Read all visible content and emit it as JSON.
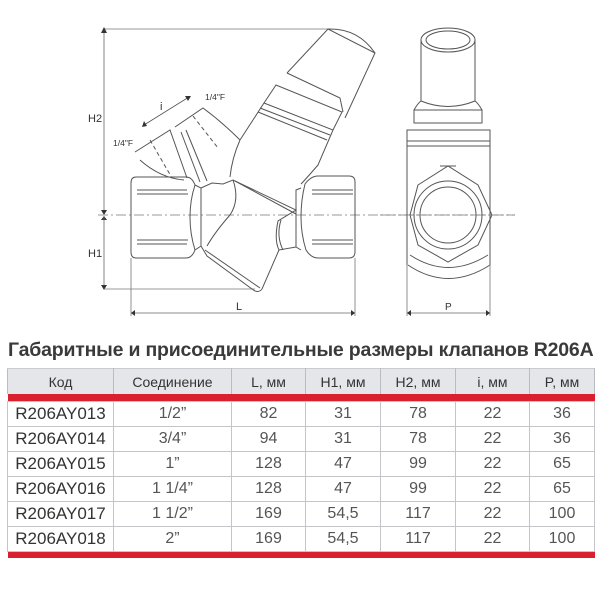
{
  "drawing": {
    "side_view": {
      "labels": {
        "h2": "H2",
        "h1": "H1",
        "l": "L",
        "i": "i",
        "port_left": "1/4\"F",
        "port_right": "1/4\"F"
      }
    },
    "front_view": {
      "labels": {
        "p": "P"
      }
    }
  },
  "table": {
    "title": "Габаритные и присоединительные размеры клапанов R206A",
    "accent_color": "#d8202f",
    "header_bg": "#e4e6ea",
    "columns": [
      "Код",
      "Соединение",
      "L, мм",
      "H1, мм",
      "H2, мм",
      "i, мм",
      "P, мм"
    ],
    "rows": [
      [
        "R206AY013",
        "1/2”",
        "82",
        "31",
        "78",
        "22",
        "36"
      ],
      [
        "R206AY014",
        "3/4”",
        "94",
        "31",
        "78",
        "22",
        "36"
      ],
      [
        "R206AY015",
        "1”",
        "128",
        "47",
        "99",
        "22",
        "65"
      ],
      [
        "R206AY016",
        "1 1/4”",
        "128",
        "47",
        "99",
        "22",
        "65"
      ],
      [
        "R206AY017",
        "1 1/2”",
        "169",
        "54,5",
        "117",
        "22",
        "100"
      ],
      [
        "R206AY018",
        "2”",
        "169",
        "54,5",
        "117",
        "22",
        "100"
      ]
    ]
  }
}
